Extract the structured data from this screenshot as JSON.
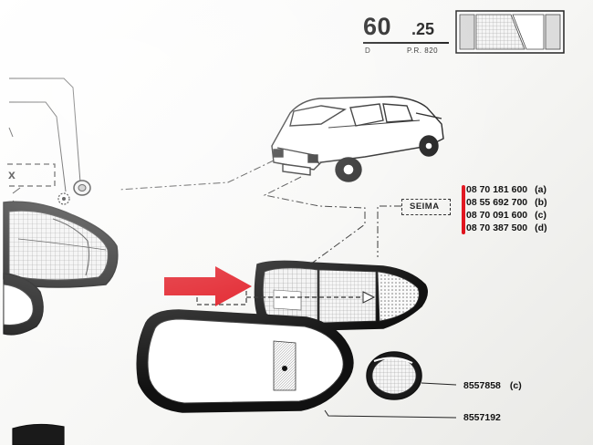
{
  "header": {
    "section_number": "60",
    "section_suffix": ".25",
    "code_letter": "D",
    "page_reference": "P.R. 820"
  },
  "supplier_label": "SEIMA",
  "part_references": [
    {
      "number": "08 70 181 600",
      "letter": "(a)"
    },
    {
      "number": "08 55 692 700",
      "letter": "(b)"
    },
    {
      "number": "08 70 091 600",
      "letter": "(c)"
    },
    {
      "number": "08 70 387 500",
      "letter": "(d)"
    }
  ],
  "lens_part": {
    "number": "8557858",
    "letter": "(c)"
  },
  "frame_part": {
    "number": "8557192"
  },
  "colors": {
    "highlight_bar": "#e0101a",
    "arrow": "#e0101a",
    "ink": "#111111"
  },
  "icons": {
    "pointer": "red-arrow-icon",
    "vehicle": "car-illustration-icon",
    "header_thumbnail": "tail-light-thumbnail-icon"
  }
}
